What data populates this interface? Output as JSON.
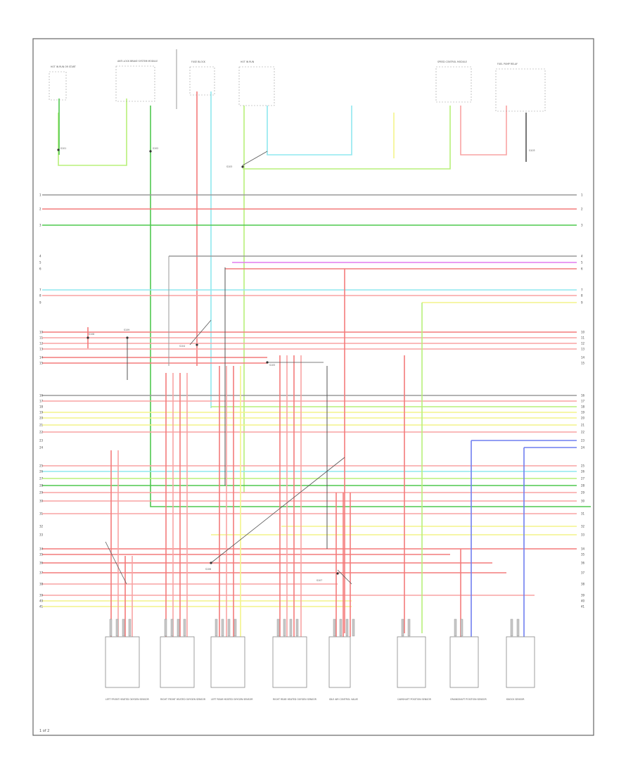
{
  "figure_id": "1 of 2",
  "top_components": [
    {
      "label": "HOT IN RUN OR START"
    },
    {
      "label": "ANTI-LOCK BRAKE SYSTEM MODULE"
    },
    {
      "label": "FUSE BLOCK"
    },
    {
      "label": "HOT IN RUN"
    },
    {
      "label": "SPEED CONTROL MODULE"
    },
    {
      "label": "FUEL PUMP RELAY"
    }
  ],
  "bottom_components": [
    {
      "label": "LEFT FRONT HEATED OXYGEN SENSOR"
    },
    {
      "label": "RIGHT FRONT HEATED OXYGEN SENSOR"
    },
    {
      "label": "LEFT REAR HEATED OXYGEN SENSOR"
    },
    {
      "label": "RIGHT REAR HEATED OXYGEN SENSOR"
    },
    {
      "label": "IDLE AIR CONTROL VALVE"
    },
    {
      "label": "CAMSHAFT POSITION SENSOR"
    },
    {
      "label": "CRANKSHAFT POSITION SENSOR"
    },
    {
      "label": "KNOCK SENSOR"
    }
  ],
  "splices": [
    "S101",
    "S102",
    "S103",
    "S104",
    "S105",
    "S106",
    "S107",
    "S108",
    "S109"
  ],
  "ground": "G103",
  "colors": {
    "red": "#f47b7b",
    "pink": "#f8a3a3",
    "green": "#4fc84f",
    "light_green": "#b8f07a",
    "cyan": "#8fe8ef",
    "yellow": "#f3f38a",
    "magenta": "#e07bef",
    "blue": "#6f7ff0",
    "gray": "#9a9a9a",
    "dark": "#555555",
    "border": "#666666"
  }
}
